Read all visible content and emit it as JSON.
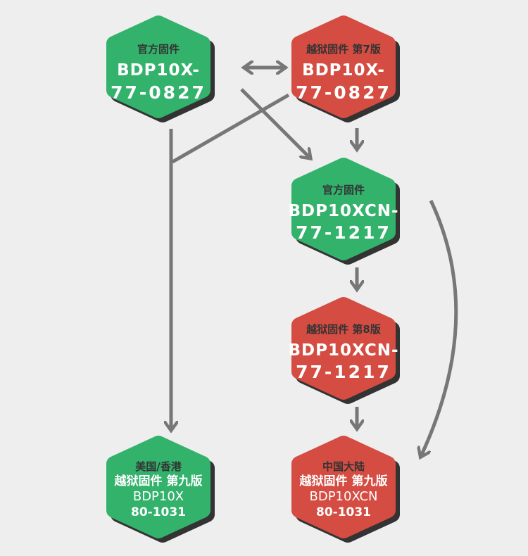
{
  "colors": {
    "official": "#33b26c",
    "jailbreak": "#d44c42",
    "shadow": "#333333",
    "arrow": "#777777",
    "background": "#eeeeee"
  },
  "nodes": {
    "n1": {
      "title": "官方固件",
      "line1": "BDP10X-",
      "line2": "77-0827"
    },
    "n2": {
      "title": "越狱固件 第7版",
      "line1": "BDP10X-",
      "line2": "77-0827"
    },
    "n3": {
      "title": "官方固件",
      "line1": "BDP10XCN-",
      "line2": "77-1217"
    },
    "n4": {
      "title": "越狱固件 第8版",
      "line1": "BDP10XCN-",
      "line2": "77-1217"
    },
    "n5": {
      "title": "美国/香港",
      "line1": "越狱固件 第九版",
      "line2": "BDP10X",
      "line3": "80-1031"
    },
    "n6": {
      "title": "中国大陆",
      "line1": "越狱固件 第九版",
      "line2": "BDP10XCN",
      "line3": "80-1031"
    }
  }
}
